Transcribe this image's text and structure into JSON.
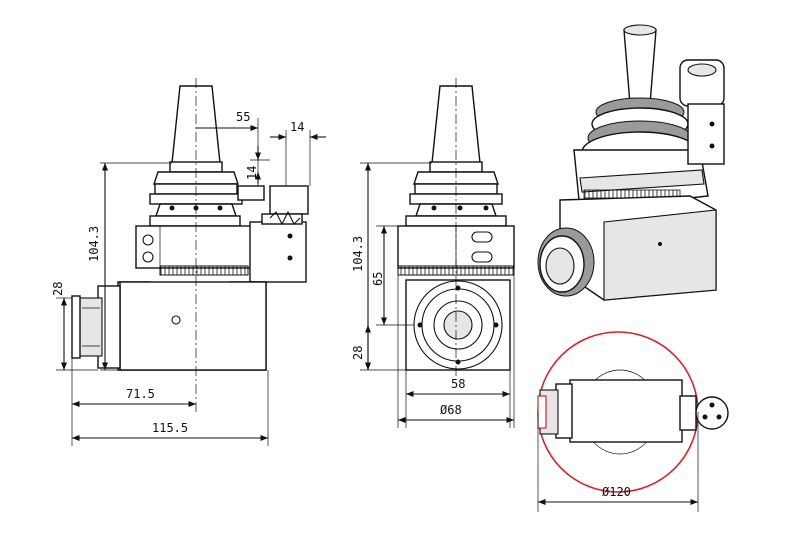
{
  "drawing": {
    "side_view": {
      "dims": {
        "offset_top": "55",
        "width_small": "14",
        "height_small": "14",
        "total_height": "104.3",
        "left_height": "28",
        "center": "71.5",
        "total_width": "115.5"
      }
    },
    "front_view": {
      "dims": {
        "total_height": "104.3",
        "mid_height": "65",
        "low_height": "28",
        "inner_width": "58",
        "outer_diameter": "Ø68"
      }
    },
    "top_view": {
      "dims": {
        "circle_diameter": "Ø120"
      },
      "circle_color": "#d8232a"
    }
  }
}
